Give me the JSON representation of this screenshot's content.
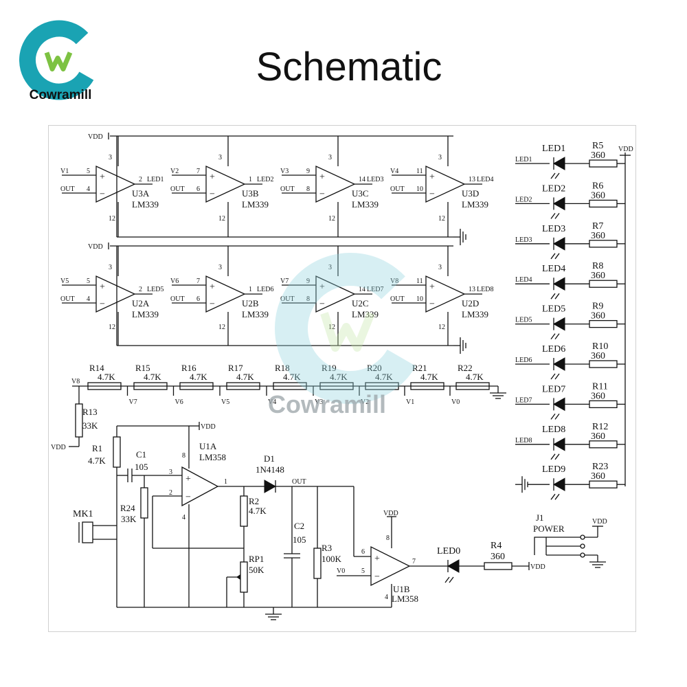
{
  "header": {
    "brand": "Cowramill",
    "title": "Schematic"
  },
  "watermark": {
    "text": "Cowramill"
  },
  "colors": {
    "brand_teal": "#1aa3b3",
    "brand_green": "#7dc242"
  },
  "power_labels": {
    "vdd": "VDD"
  },
  "comparators": [
    {
      "ref": "U3A",
      "part": "LM339",
      "in_plus": "V1",
      "in_minus": "OUT",
      "pin_plus": "5",
      "pin_minus": "4",
      "pin_out": "2",
      "out": "LED1"
    },
    {
      "ref": "U3B",
      "part": "LM339",
      "in_plus": "V2",
      "in_minus": "OUT",
      "pin_plus": "7",
      "pin_minus": "6",
      "pin_out": "1",
      "out": "LED2"
    },
    {
      "ref": "U3C",
      "part": "LM339",
      "in_plus": "V3",
      "in_minus": "OUT",
      "pin_plus": "9",
      "pin_minus": "8",
      "pin_out": "14",
      "out": "LED3"
    },
    {
      "ref": "U3D",
      "part": "LM339",
      "in_plus": "V4",
      "in_minus": "OUT",
      "pin_plus": "11",
      "pin_minus": "10",
      "pin_out": "13",
      "out": "LED4"
    },
    {
      "ref": "U2A",
      "part": "LM339",
      "in_plus": "V5",
      "in_minus": "OUT",
      "pin_plus": "5",
      "pin_minus": "4",
      "pin_out": "2",
      "out": "LED5"
    },
    {
      "ref": "U2B",
      "part": "LM339",
      "in_plus": "V6",
      "in_minus": "OUT",
      "pin_plus": "7",
      "pin_minus": "6",
      "pin_out": "1",
      "out": "LED6"
    },
    {
      "ref": "U2C",
      "part": "LM339",
      "in_plus": "V7",
      "in_minus": "OUT",
      "pin_plus": "9",
      "pin_minus": "8",
      "pin_out": "14",
      "out": "LED7"
    },
    {
      "ref": "U2D",
      "part": "LM339",
      "in_plus": "V8",
      "in_minus": "OUT",
      "pin_plus": "11",
      "pin_minus": "10",
      "pin_out": "13",
      "out": "LED8"
    }
  ],
  "supply_pins": {
    "top": "3",
    "bottom": "12"
  },
  "divider": {
    "start": "V8",
    "resistors": [
      {
        "ref": "R14",
        "value": "4.7K"
      },
      {
        "ref": "R15",
        "value": "4.7K"
      },
      {
        "ref": "R16",
        "value": "4.7K"
      },
      {
        "ref": "R17",
        "value": "4.7K"
      },
      {
        "ref": "R18",
        "value": "4.7K"
      },
      {
        "ref": "R19",
        "value": "4.7K"
      },
      {
        "ref": "R20",
        "value": "4.7K"
      },
      {
        "ref": "R21",
        "value": "4.7K"
      },
      {
        "ref": "R22",
        "value": "4.7K"
      }
    ],
    "taps": [
      "V7",
      "V6",
      "V5",
      "V4",
      "V3",
      "V2",
      "V1",
      "V0"
    ],
    "top_resistor": {
      "ref": "R13",
      "value": "33K"
    }
  },
  "led_bank": [
    {
      "net": "LED1",
      "led": "LED1",
      "res": "R5",
      "value": "360"
    },
    {
      "net": "LED2",
      "led": "LED2",
      "res": "R6",
      "value": "360"
    },
    {
      "net": "LED3",
      "led": "LED3",
      "res": "R7",
      "value": "360"
    },
    {
      "net": "LED4",
      "led": "LED4",
      "res": "R8",
      "value": "360"
    },
    {
      "net": "LED5",
      "led": "LED5",
      "res": "R9",
      "value": "360"
    },
    {
      "net": "LED6",
      "led": "LED6",
      "res": "R10",
      "value": "360"
    },
    {
      "net": "LED7",
      "led": "LED7",
      "res": "R11",
      "value": "360"
    },
    {
      "net": "LED8",
      "led": "LED8",
      "res": "R12",
      "value": "360"
    },
    {
      "net": "",
      "led": "LED9",
      "res": "R23",
      "value": "360"
    }
  ],
  "front_end": {
    "mic": "MK1",
    "r1": {
      "ref": "R1",
      "value": "4.7K"
    },
    "c1": {
      "ref": "C1",
      "value": "105"
    },
    "r24": {
      "ref": "R24",
      "value": "33K"
    },
    "u1a": {
      "ref": "U1A",
      "part": "LM358",
      "pin_plus": "3",
      "pin_minus": "2",
      "pin_out": "1",
      "pin_vcc": "8",
      "pin_gnd": "4"
    },
    "d1": {
      "ref": "D1",
      "part": "1N4148"
    },
    "r2": {
      "ref": "R2",
      "value": "4.7K"
    },
    "rp1": {
      "ref": "RP1",
      "value": "50K"
    },
    "c2": {
      "ref": "C2",
      "value": "105"
    },
    "r3": {
      "ref": "R3",
      "value": "100K"
    },
    "out_net": "OUT",
    "u1b": {
      "ref": "U1B",
      "part": "LM358",
      "pin_minus": "6",
      "pin_plus": "5",
      "pin_out": "7",
      "pin_vcc": "8",
      "pin_gnd": "4",
      "in_plus": "V0"
    },
    "led0": "LED0",
    "r4": {
      "ref": "R4",
      "value": "360"
    },
    "j1": {
      "ref": "J1",
      "label": "POWER"
    }
  }
}
